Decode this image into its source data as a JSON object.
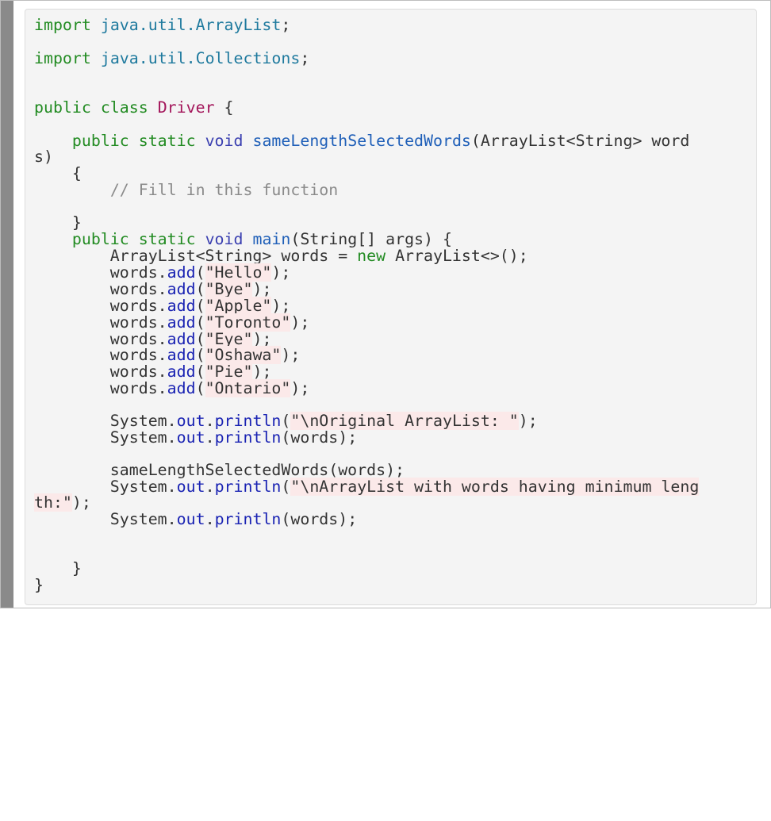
{
  "code": {
    "line1": {
      "kw": "import",
      "sp": " ",
      "pkg": "java.util.ArrayList",
      "end": ";"
    },
    "line2": {
      "kw": "import",
      "sp": " ",
      "pkg": "java.util.Collections",
      "end": ";"
    },
    "line3": {
      "kw": "public class",
      "sp": " ",
      "cls": "Driver",
      "end": " {"
    },
    "line4": {
      "indent": "    ",
      "kw": "public static",
      "sp1": " ",
      "kw2": "void",
      "sp2": " ",
      "mth": "sameLengthSelectedWords",
      "rest": "(ArrayList<String> word"
    },
    "line5": {
      "text": "s)"
    },
    "line6": {
      "text": "    {"
    },
    "line7": {
      "indent": "        ",
      "cmt": "// Fill in this function"
    },
    "line8": {
      "text": "    }"
    },
    "line9": {
      "indent": "    ",
      "kw": "public static",
      "sp1": " ",
      "kw2": "void",
      "sp2": " ",
      "mth": "main",
      "rest": "(String[] args) {"
    },
    "line10": {
      "pre": "        ArrayList<String> words = ",
      "kw": "new",
      "post": " ArrayList<>();"
    },
    "adds": [
      {
        "pre": "        words.",
        "call": "add",
        "open": "(",
        "str": "\"Hello\"",
        "close": ");"
      },
      {
        "pre": "        words.",
        "call": "add",
        "open": "(",
        "str": "\"Bye\"",
        "close": ");"
      },
      {
        "pre": "        words.",
        "call": "add",
        "open": "(",
        "str": "\"Apple\"",
        "close": ");"
      },
      {
        "pre": "        words.",
        "call": "add",
        "open": "(",
        "str": "\"Toronto\"",
        "close": ");"
      },
      {
        "pre": "        words.",
        "call": "add",
        "open": "(",
        "str": "\"Eye\"",
        "close": ");"
      },
      {
        "pre": "        words.",
        "call": "add",
        "open": "(",
        "str": "\"Oshawa\"",
        "close": ");"
      },
      {
        "pre": "        words.",
        "call": "add",
        "open": "(",
        "str": "\"Pie\"",
        "close": ");"
      },
      {
        "pre": "        words.",
        "call": "add",
        "open": "(",
        "str": "\"Ontario\"",
        "close": ");"
      }
    ],
    "print1": {
      "pre": "        System.",
      "out": "out",
      "dot": ".",
      "call": "println",
      "open": "(",
      "str": "\"\\nOriginal ArrayList: \"",
      "close": ");"
    },
    "print2": {
      "pre": "        System.",
      "out": "out",
      "dot": ".",
      "call": "println",
      "rest": "(words);"
    },
    "call_line": {
      "text": "        sameLengthSelectedWords(words);"
    },
    "print3": {
      "pre": "        System.",
      "out": "out",
      "dot": ".",
      "call": "println",
      "open": "(",
      "str": "\"\\nArrayList with words having minimum leng"
    },
    "print3_wrap": {
      "str": "th:\"",
      "close": ");"
    },
    "print4": {
      "pre": "        System.",
      "out": "out",
      "dot": ".",
      "call": "println",
      "rest": "(words);"
    },
    "close_method": {
      "text": "    }"
    },
    "close_class": {
      "text": "}"
    }
  },
  "colors": {
    "background": "#f4f4f4",
    "keyword": "#228b22",
    "package": "#1f7a9e",
    "class_name": "#a3155a",
    "method_name": "#1f5fb8",
    "comment": "#8a8a8a",
    "string_bg": "#fbe9e9"
  }
}
